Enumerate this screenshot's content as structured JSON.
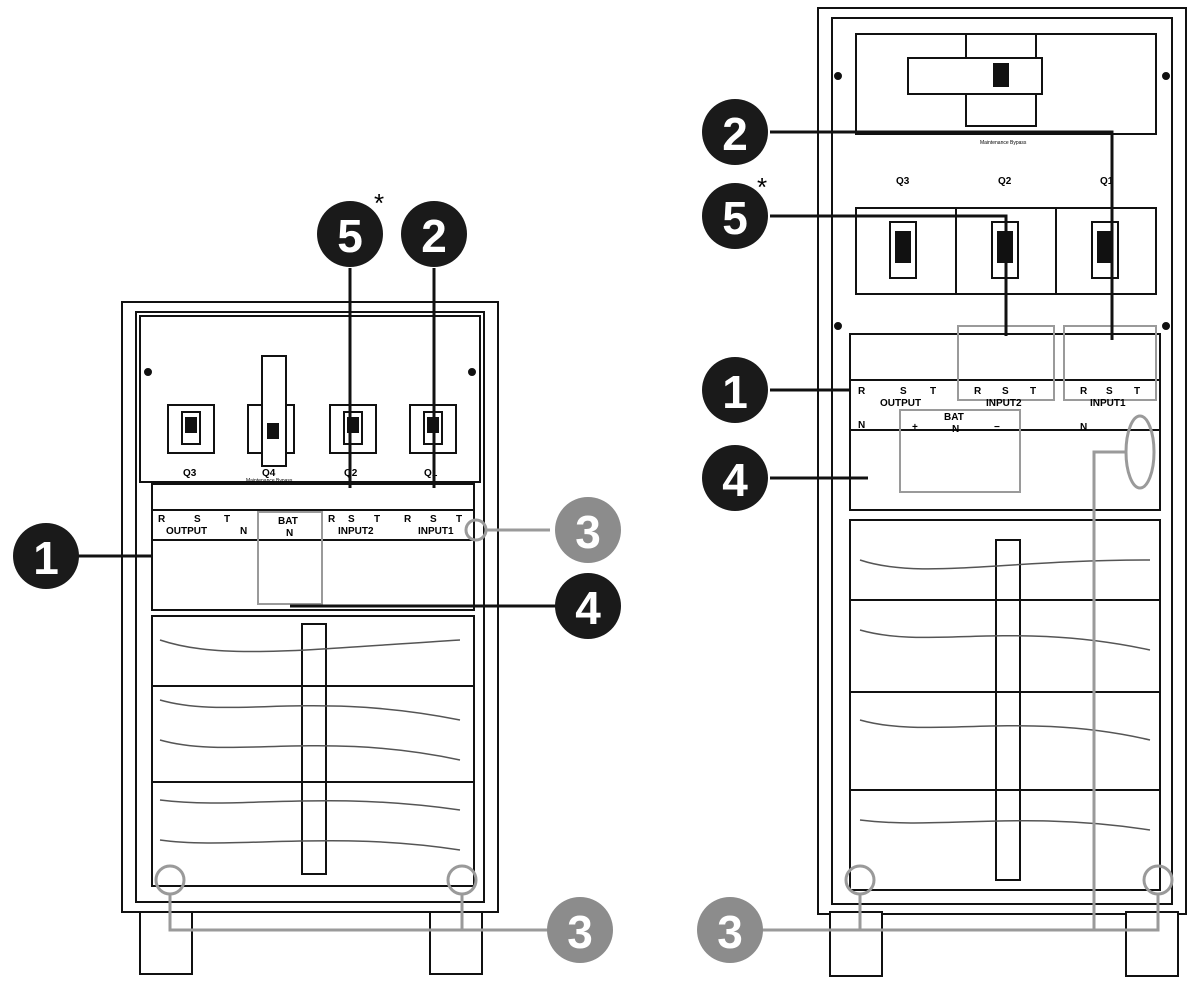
{
  "left_cabinet": {
    "breaker_labels": [
      "Q3",
      "Q4",
      "Q2",
      "Q1"
    ],
    "maint_caption": "Maintenance Bypass",
    "terminals": {
      "output": "OUTPUT",
      "bat": "BAT",
      "input2": "INPUT2",
      "input1": "INPUT1",
      "r": "R",
      "s": "S",
      "t": "T",
      "n": "N"
    }
  },
  "right_cabinet": {
    "breaker_labels": [
      "Q3",
      "Q2",
      "Q1"
    ],
    "maint_caption": "Maintenance Bypass",
    "terminals": {
      "output": "OUTPUT",
      "bat": "BAT",
      "input2": "INPUT2",
      "input1": "INPUT1",
      "r": "R",
      "s": "S",
      "t": "T",
      "n": "N",
      "plus": "+",
      "minus": "−"
    }
  },
  "callouts": {
    "one": "1",
    "two": "2",
    "three": "3",
    "four": "4",
    "five": "5",
    "asterisk": "*"
  },
  "colors": {
    "dark_callout": "#1a1a1a",
    "grey_callout": "#8c8c8c",
    "outline": "#111111",
    "highlight": "#9a9a9a"
  }
}
